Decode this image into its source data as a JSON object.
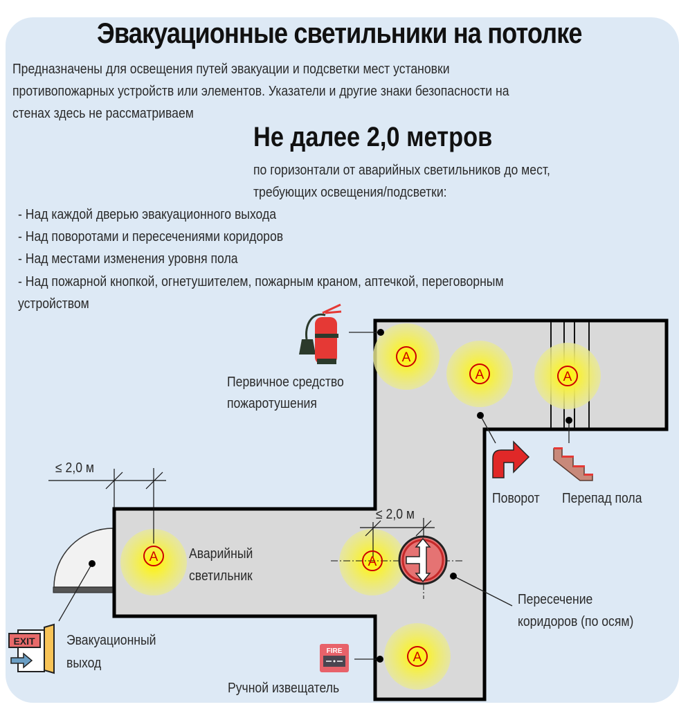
{
  "title": "Эвакуационные светильники на потолке",
  "intro": [
    "Предназначены для освещения путей эвакуации и подсветки мест установки",
    "противопожарных устройств или элементов. Указатели и другие знаки безопасности на",
    "стенах здесь не рассматриваем"
  ],
  "rule": {
    "heading": "Не далее 2,0 метров",
    "subtext": [
      "по горизонтали от аварийных светильников до мест,",
      "требующих освещения/подсветки:"
    ]
  },
  "list": [
    "- Над каждой дверью эвакуационного выхода",
    "- Над поворотами и пересечениями коридоров",
    "- Над местами изменения уровня пола",
    "- Над пожарной кнопкой, огнетушителем, пожарным краном, аптечкой, переговорным",
    "устройством"
  ],
  "diagram": {
    "lamp_letter": "A",
    "dimension_label": "≤ 2,0 м",
    "labels": {
      "extinguisher": [
        "Первичное средство",
        "пожаротушения"
      ],
      "turn": "Поворот",
      "floor_level": "Перепад пола",
      "lamp": [
        "Аварийный",
        "светильник"
      ],
      "intersection": [
        "Пересечение",
        "коридоров (по осям)"
      ],
      "exit": [
        "Эвакуационный",
        "выход"
      ],
      "call_point": "Ручной извещатель"
    },
    "icon_text": {
      "exit": "EXIT",
      "fire": "FIRE"
    },
    "colors": {
      "background": "#dde9f5",
      "floor": "#d9d9d9",
      "lamp": "#f5ee1a",
      "lamp_ring": "#cc0000",
      "accent_red": "#e02828"
    }
  }
}
